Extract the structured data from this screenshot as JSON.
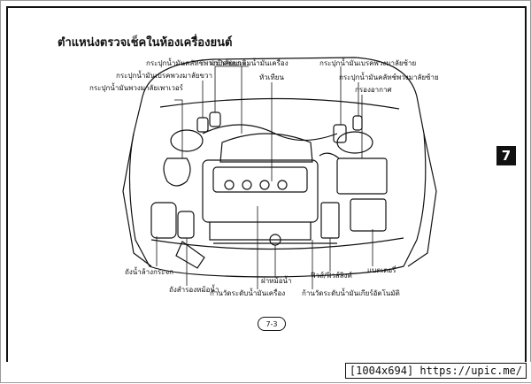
{
  "page": {
    "title": "ตำแหน่งตรวจเช็คในห้องเครื่องยนต์",
    "chapter": "7",
    "page_number": "7-3",
    "footer": "[1004x694] https://upic.me/"
  },
  "labels": {
    "clutch_fluid_right": "กระปุกน้ำมันคลัทช์พวงมาลัยขวา",
    "brake_fluid_right": "กระปุกน้ำมันเบรคพวงมาลัยขวา",
    "power_steering_fluid": "กระปุกน้ำมันพวงมาลัยเพาเวอร์",
    "oil_filler_cap": "ฝาปิดช่องเติมน้ำมันเครื่อง",
    "spark_plug": "หัวเทียน",
    "brake_fluid_left": "กระปุกน้ำมันเบรคพวงมาลัยซ้าย",
    "clutch_fluid_left": "กระปุกน้ำมันคลัทช์พวงมาลัยซ้าย",
    "air_cleaner": "กรองอากาศ",
    "washer_tank": "ถังน้ำล้างกระจก",
    "coolant_reservoir": "ถังสำรองหม้อน้ำ",
    "radiator_cap": "ฝาหม้อน้ำ",
    "oil_dipstick": "ก้านวัดระดับน้ำมันเครื่อง",
    "fuse_link": "ฟิวส์/ฟิวส์ลิงค์",
    "auto_trans_dipstick": "ก้านวัดระดับน้ำมันเกียร์อัตโนมัติ",
    "battery": "แบตเตอรี่"
  }
}
